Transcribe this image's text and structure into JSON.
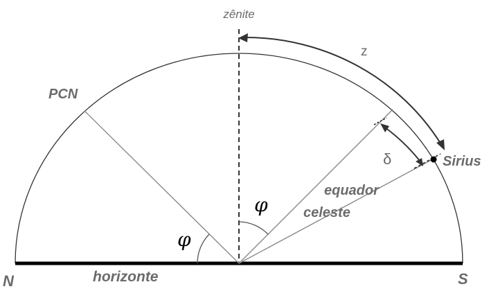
{
  "labels": {
    "zenith": "zênite",
    "z": "z",
    "pcn": "PCN",
    "delta": "δ",
    "star": "Sirius",
    "equator_line1": "equador",
    "equator_line2": "celeste",
    "phi_left": "φ",
    "phi_center": "φ",
    "north": "N",
    "south": "S",
    "horizon": "horizonte"
  },
  "colors": {
    "text_gray": "#6b6b6b",
    "line_gray": "#8a8a8a",
    "arc": "#333333",
    "horizon": "#000000",
    "star": "#000000"
  }
}
